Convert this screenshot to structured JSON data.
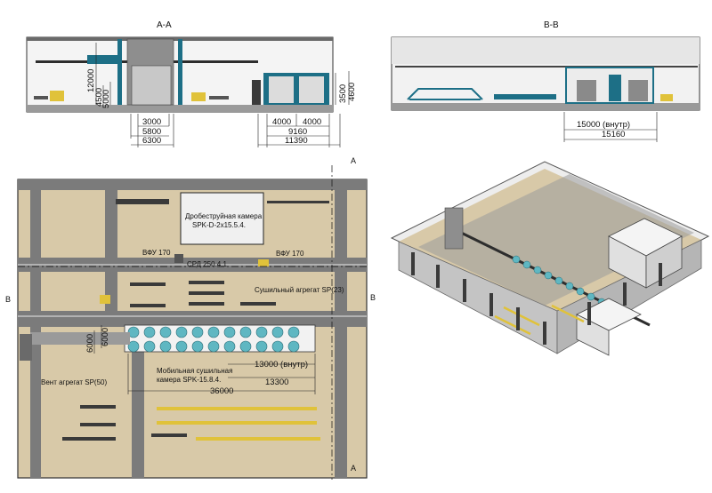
{
  "sections": {
    "aa_title": "A-A",
    "bb_title": "B-B",
    "cut_a": "A",
    "cut_b": "B"
  },
  "aa_dims": {
    "h12000": "12000",
    "h4500": "4500",
    "h5000": "5000",
    "h3500": "3500",
    "h4600": "4600",
    "w3000": "3000",
    "w5800": "5800",
    "w6300": "6300",
    "w4000a": "4000",
    "w4000b": "4000",
    "w9160": "9160",
    "w11390": "11390"
  },
  "bb_dims": {
    "inner": "15000 (внутр)",
    "outer": "15160"
  },
  "plan_labels": {
    "shot_chamber_l1": "Дробеструйная камера",
    "shot_chamber_l2": "SPK-D-2x15.5.4.",
    "vfu_left": "ВФУ 170",
    "vfu_right": "ВФУ 170",
    "srd": "СРД 250.4.1",
    "dryer_unit": "Сушильный агрегат SP(23)",
    "mobile_l1": "Мобильная сушильная",
    "mobile_l2": "камера SPK-15.8.4.",
    "vent_unit": "Вент агрегат SP(50)",
    "d13000": "13000 (внутр)",
    "d13300": "13300",
    "d36000": "36000",
    "d6000a": "6000",
    "d6000b": "6000"
  },
  "colors": {
    "floor": "#d8c9a8",
    "road": "#7b7b7b",
    "wall": "#5e5e5e",
    "teal": "#1d6f86",
    "yellow": "#e0c23a",
    "cyan": "#5fb7c2"
  }
}
